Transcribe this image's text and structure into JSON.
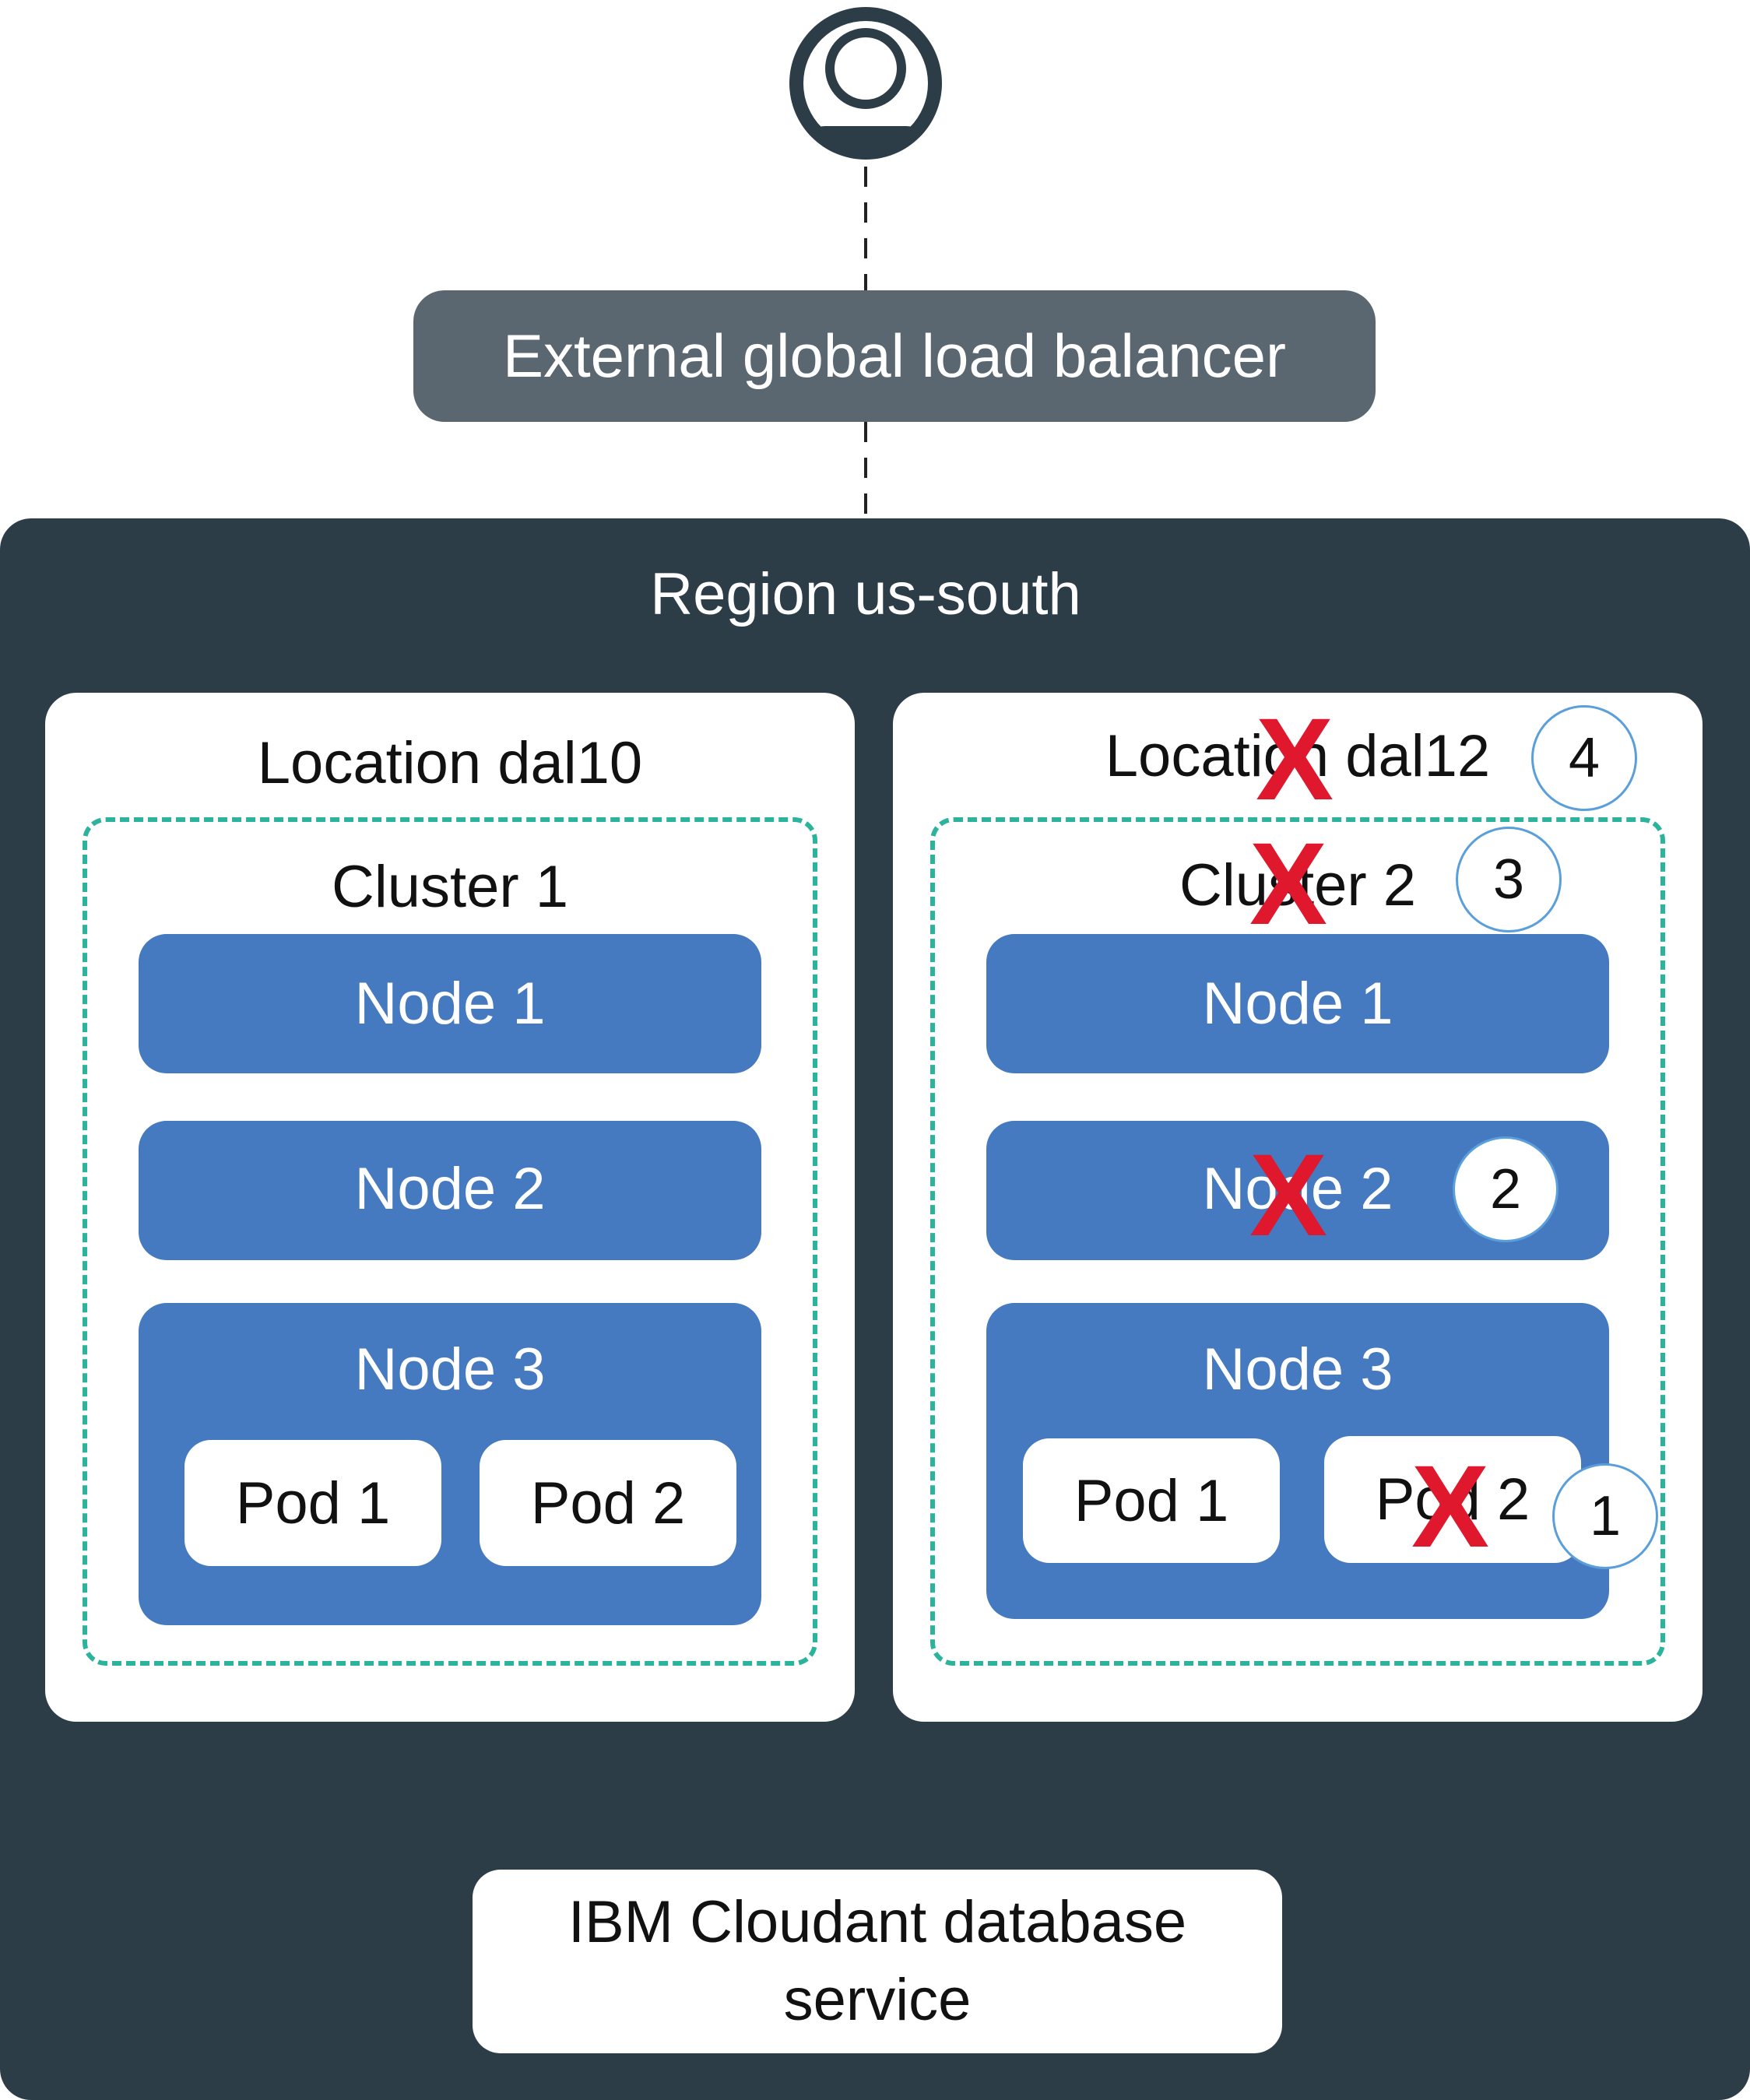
{
  "load_balancer": {
    "label": "External global load balancer"
  },
  "region": {
    "title": "Region us-south",
    "locations": [
      {
        "title": "Location dal10",
        "cluster": {
          "title": "Cluster 1",
          "nodes": [
            {
              "label": "Node 1"
            },
            {
              "label": "Node 2"
            },
            {
              "label": "Node 3",
              "pods": [
                {
                  "label": "Pod 1"
                },
                {
                  "label": "Pod 2"
                }
              ]
            }
          ]
        }
      },
      {
        "title": "Location dal12",
        "cluster": {
          "title": "Cluster 2",
          "nodes": [
            {
              "label": "Node 1"
            },
            {
              "label": "Node 2"
            },
            {
              "label": "Node 3",
              "pods": [
                {
                  "label": "Pod 1"
                },
                {
                  "label": "Pod 2"
                }
              ]
            }
          ]
        }
      }
    ]
  },
  "database": {
    "line1": "IBM Cloudant database",
    "line2": "service"
  },
  "failure_markers": {
    "glyph": "X",
    "color": "#e0182d",
    "pod": "1",
    "node": "2",
    "cluster": "3",
    "location": "4"
  },
  "colors": {
    "region_bg": "#2d3d48",
    "load_balancer_bg": "#5a6770",
    "node_bg": "#4579c0",
    "cluster_border": "#2bb39c",
    "marker_border": "#5a9fdb"
  }
}
